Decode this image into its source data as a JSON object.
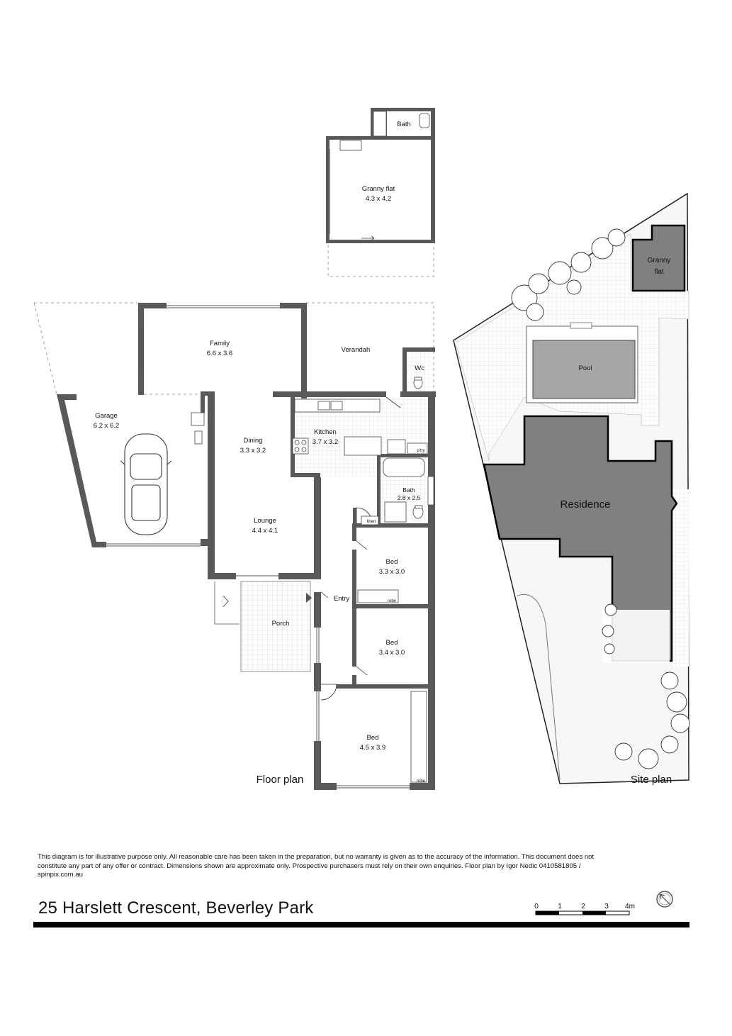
{
  "rooms": {
    "bath_flat": "Bath",
    "granny_flat_name": "Granny flat",
    "granny_flat_dim": "4.3 x 4.2",
    "family_name": "Family",
    "family_dim": "6.6 x 3.6",
    "verandah": "Verandah",
    "wc": "Wc",
    "garage_name": "Garage",
    "garage_dim": "6.2 x 6.2",
    "dining_name": "Dining",
    "dining_dim": "3.3 x 3.2",
    "kitchen_name": "Kitchen",
    "kitchen_dim": "3.7 x 3.2",
    "pantry": "p'try",
    "bath_name": "Bath",
    "bath_dim": "2.8 x 2.5",
    "linen": "linen",
    "lounge_name": "Lounge",
    "lounge_dim": "4.4 x 4.1",
    "bed1_name": "Bed",
    "bed1_dim": "3.3 x 3.0",
    "robe1": "robe",
    "entry": "Entry",
    "porch": "Porch",
    "bed2_name": "Bed",
    "bed2_dim": "3.4 x 3.0",
    "bed3_name": "Bed",
    "bed3_dim": "4.5 x 3.9",
    "robe2": "robe"
  },
  "site": {
    "granny_flat_line1": "Granny",
    "granny_flat_line2": "flat",
    "pool": "Pool",
    "residence": "Residence"
  },
  "captions": {
    "floor_plan": "Floor plan",
    "site_plan": "Site plan"
  },
  "disclaimer": "This diagram is for illustrative purpose only. All reasonable care has been taken in the preparation, but no warranty is given as to the accuracy of the information. This document does not constitute any part of any offer or contract. Dimensions shown are approximate only. Prospective purchasers must rely on their own enquiries. Floor plan by Igor Nedic 0410581805 / spinpix.com.au",
  "address": "25 Harslett Crescent, Beverley Park",
  "scale": {
    "labels": [
      "0",
      "1",
      "2",
      "3",
      "4m"
    ]
  },
  "icons": {
    "north": "north-arrow-icon",
    "car": "car-icon"
  },
  "colors": {
    "wall": "#58595b",
    "building_site": "#808080",
    "pool": "#a6a6a6",
    "rule": "#000000"
  }
}
